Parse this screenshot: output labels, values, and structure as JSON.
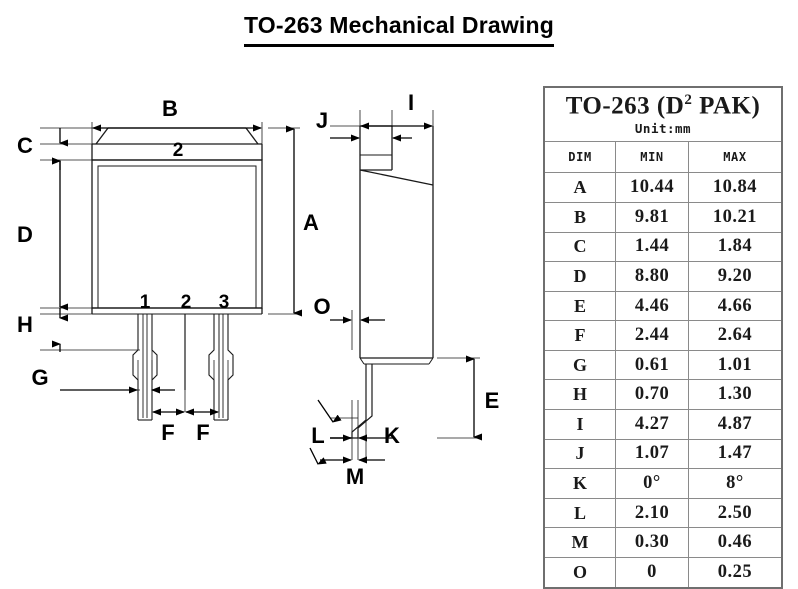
{
  "page_title": "TO-263 Mechanical Drawing",
  "table": {
    "title_prefix": "TO-263 (D",
    "title_sup": "2",
    "title_suffix": " PAK)",
    "title_full": "TO-263 (D2 PAK)",
    "unit_label": "Unit:mm",
    "columns": [
      "DIM",
      "MIN",
      "MAX"
    ],
    "rows": [
      {
        "dim": "A",
        "min": "10.44",
        "max": "10.84"
      },
      {
        "dim": "B",
        "min": "9.81",
        "max": "10.21"
      },
      {
        "dim": "C",
        "min": "1.44",
        "max": "1.84"
      },
      {
        "dim": "D",
        "min": "8.80",
        "max": "9.20"
      },
      {
        "dim": "E",
        "min": "4.46",
        "max": "4.66"
      },
      {
        "dim": "F",
        "min": "2.44",
        "max": "2.64"
      },
      {
        "dim": "G",
        "min": "0.61",
        "max": "1.01"
      },
      {
        "dim": "H",
        "min": "0.70",
        "max": "1.30"
      },
      {
        "dim": "I",
        "min": "4.27",
        "max": "4.87"
      },
      {
        "dim": "J",
        "min": "1.07",
        "max": "1.47"
      },
      {
        "dim": "K",
        "min": "0°",
        "max": "8°"
      },
      {
        "dim": "L",
        "min": "2.10",
        "max": "2.50"
      },
      {
        "dim": "M",
        "min": "0.30",
        "max": "0.46"
      },
      {
        "dim": "O",
        "min": "0",
        "max": "0.25"
      }
    ]
  },
  "front_view": {
    "dimension_labels": [
      "A",
      "B",
      "C",
      "D",
      "F",
      "G",
      "H"
    ],
    "tab_label": "2",
    "pin_labels": [
      "1",
      "2",
      "3"
    ],
    "labels": {
      "A": "A",
      "B": "B",
      "C": "C",
      "D": "D",
      "F1": "F",
      "F2": "F",
      "G": "G",
      "H": "H",
      "tab": "2",
      "pin1": "1",
      "pin2": "2",
      "pin3": "3"
    }
  },
  "side_view": {
    "dimension_labels": [
      "E",
      "I",
      "J",
      "K",
      "L",
      "M",
      "O"
    ],
    "labels": {
      "E": "E",
      "I": "I",
      "J": "J",
      "K": "K",
      "L": "L",
      "M": "M",
      "O": "O"
    }
  },
  "colors": {
    "ink": "#000000",
    "line": "#2b2b2b",
    "table_border": "#6f6f6f",
    "background": "#ffffff"
  }
}
